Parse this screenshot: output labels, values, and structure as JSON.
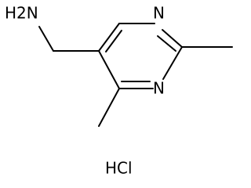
{
  "molecule": {
    "atoms": {
      "amine": "H2N",
      "ring_n_top": "N",
      "ring_n_bottom": "N",
      "salt": "HCl"
    }
  }
}
